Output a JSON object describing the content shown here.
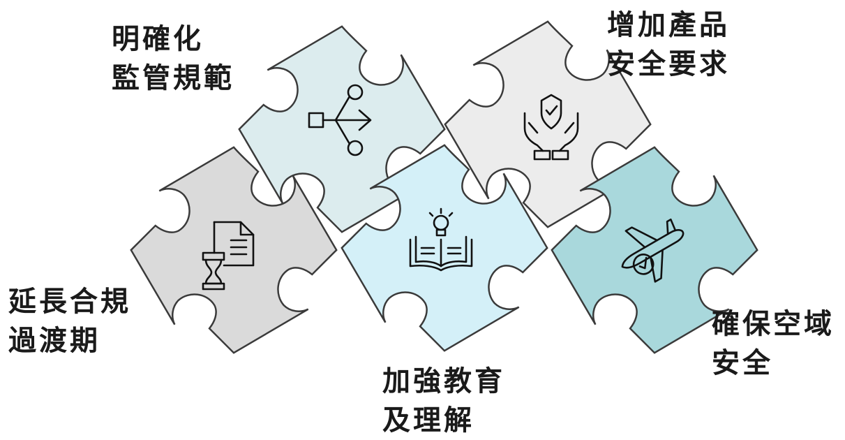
{
  "pieces": [
    {
      "id": "regulation",
      "lines": [
        "明確化",
        "監管規範"
      ],
      "color": "#dcecee",
      "icon": "workflow-arrows-icon"
    },
    {
      "id": "safety",
      "lines": [
        "增加產品",
        "安全要求"
      ],
      "color": "#ececec",
      "icon": "shield-hands-icon"
    },
    {
      "id": "transition",
      "lines": [
        "延長合規",
        "過渡期"
      ],
      "color": "#dadada",
      "icon": "document-hourglass-icon"
    },
    {
      "id": "education",
      "lines": [
        "加強教育",
        "及理解"
      ],
      "color": "#d4f0f8",
      "icon": "book-lightbulb-icon"
    },
    {
      "id": "airspace",
      "lines": [
        "確保空域",
        "安全"
      ],
      "color": "#a9d8dc",
      "icon": "airplane-check-icon"
    }
  ]
}
